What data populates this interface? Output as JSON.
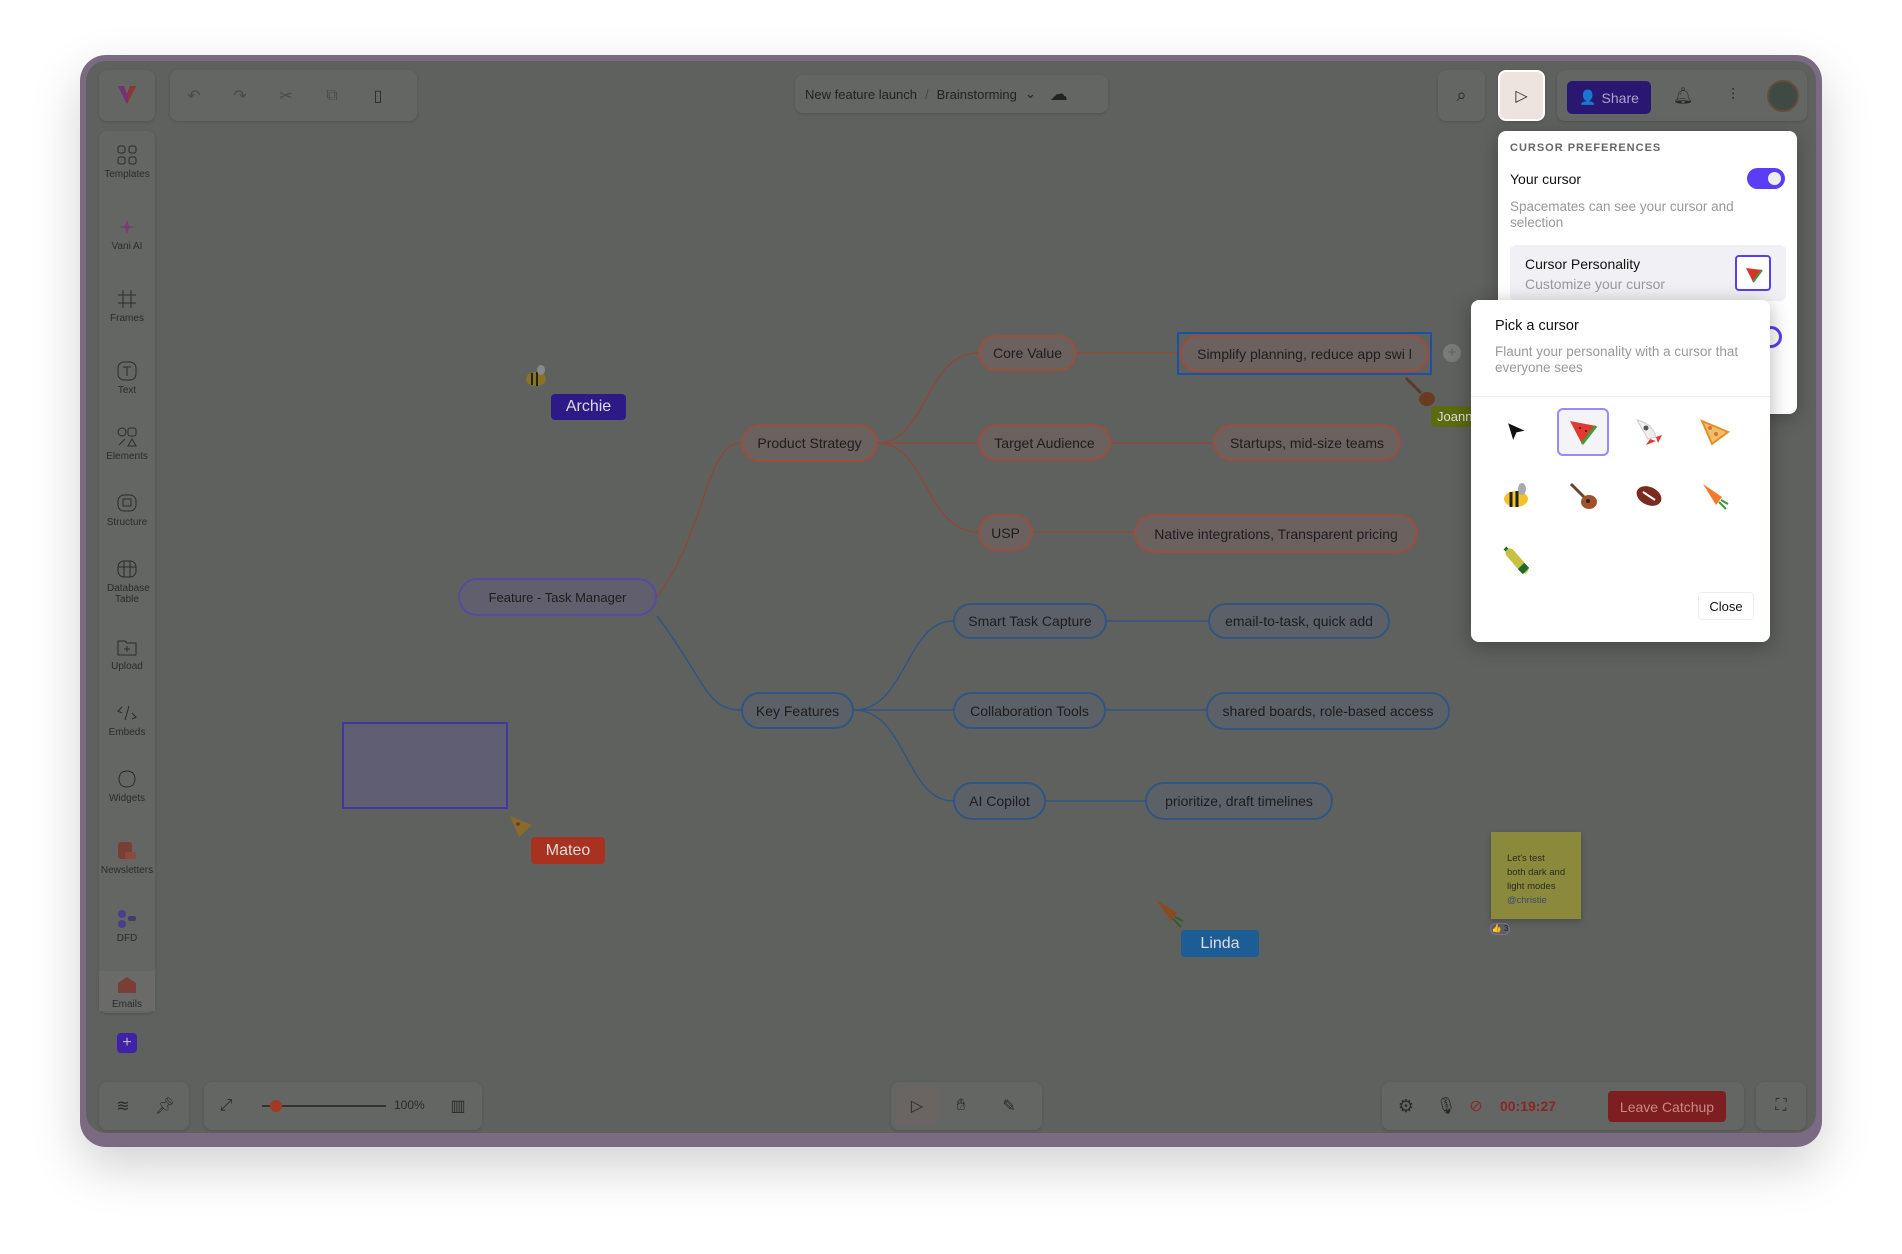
{
  "toolbar": {
    "breadcrumb_project": "New feature launch",
    "breadcrumb_sep": "/",
    "breadcrumb_board": "Brainstorming",
    "share_label": "Share",
    "zoom_level": "100%",
    "timer": "00:19:27",
    "leave_label": "Leave Catchup"
  },
  "sidebar": {
    "items": [
      {
        "label": "Templates"
      },
      {
        "label": "Vani AI"
      },
      {
        "label": "Frames"
      },
      {
        "label": "Text"
      },
      {
        "label": "Elements"
      },
      {
        "label": "Structure"
      },
      {
        "label": "Database Table"
      },
      {
        "label": "Upload"
      },
      {
        "label": "Embeds"
      },
      {
        "label": "Widgets"
      },
      {
        "label": "Newsletters"
      },
      {
        "label": "DFD"
      },
      {
        "label": "Emails"
      }
    ]
  },
  "mindmap": {
    "root": "Feature - Task Manager",
    "branches": [
      "Product Strategy",
      "Key Features"
    ],
    "nodes": [
      "Core Value",
      "Target Audience",
      "USP",
      "Smart Task Capture",
      "Collaboration Tools",
      "AI Copilot"
    ],
    "leaves": [
      "Simplify planning, reduce app swi l",
      "Startups, mid-size teams",
      "Native integrations, Transparent pricing",
      "email-to-task, quick add",
      "shared boards, role-based access",
      "prioritize, draft timelines"
    ]
  },
  "collaborators": [
    {
      "name": "Archie",
      "color": "#2e1a86"
    },
    {
      "name": "Mateo",
      "color": "#a8321f"
    },
    {
      "name": "Linda",
      "color": "#1d5d96"
    },
    {
      "name": "Joann",
      "color": "#5c6a10"
    }
  ],
  "sticky": {
    "line1": "Let's test",
    "line2": "both dark and",
    "line3": "light modes",
    "mention": "@christie",
    "reaction": "👍 3"
  },
  "cursor_prefs": {
    "title": "CURSOR PREFERENCES",
    "your_cursor": "Your cursor",
    "your_cursor_on": true,
    "desc": "Spacemates can see your cursor and selection",
    "personality_title": "Cursor Personality",
    "personality_sub": "Customize your cursor"
  },
  "picker": {
    "title": "Pick a cursor",
    "desc": "Flaunt your personality with a cursor that everyone sees",
    "options": [
      "arrow",
      "watermelon",
      "rocket",
      "pizza",
      "bee",
      "guitar",
      "football",
      "carrot",
      "bottle"
    ],
    "selected": "watermelon",
    "close": "Close"
  },
  "colors": {
    "accent": "#5b3df5",
    "share": "#2a1772",
    "leave": "#7d1e20"
  }
}
